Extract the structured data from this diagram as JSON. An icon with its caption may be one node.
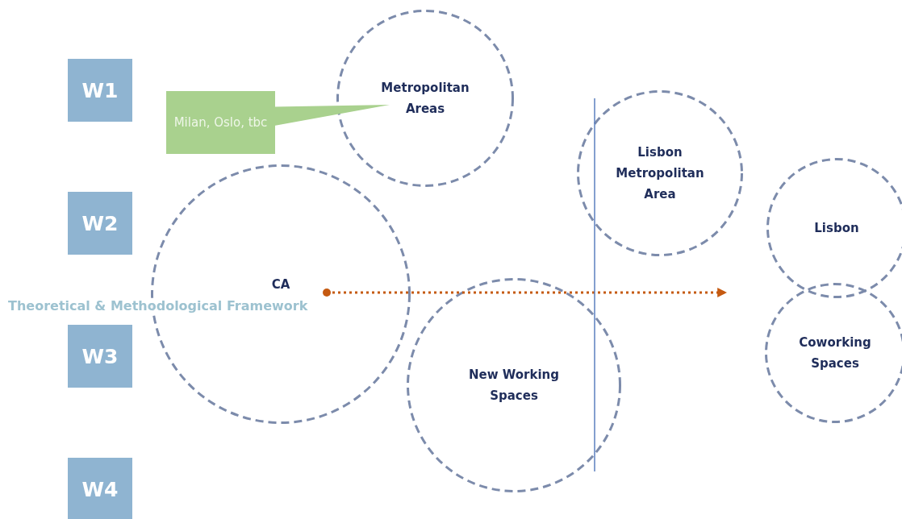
{
  "diagram": {
    "nodes": [
      {
        "text": [
          "W1"
        ]
      },
      {
        "text": [
          "Metropolitan Areas"
        ]
      },
      {
        "text": [
          "Milan, Oslo, tbc"
        ]
      },
      {
        "text": [
          "Lisbon Metropolitan Area"
        ]
      },
      {
        "text": [
          "W2"
        ]
      },
      {
        "text": [
          "Lisbon"
        ]
      },
      {
        "text": [
          "CA"
        ]
      },
      {
        "text": [
          "Coworking Spaces"
        ]
      },
      {
        "text": [
          "W3"
        ]
      },
      {
        "text": [
          "New Working Spaces"
        ]
      },
      {
        "text": [
          "W4"
        ]
      }
    ],
    "edges": [
      {
        "from": 2,
        "to": 1,
        "arrow": "none",
        "style": "thick",
        "color": "#a9d18e"
      },
      {
        "from": 6,
        "to": null,
        "arrow": "to",
        "style": "dashed",
        "color": "#c55a11"
      }
    ],
    "labels": [
      "Theoretical & Methodological Framework"
    ]
  }
}
